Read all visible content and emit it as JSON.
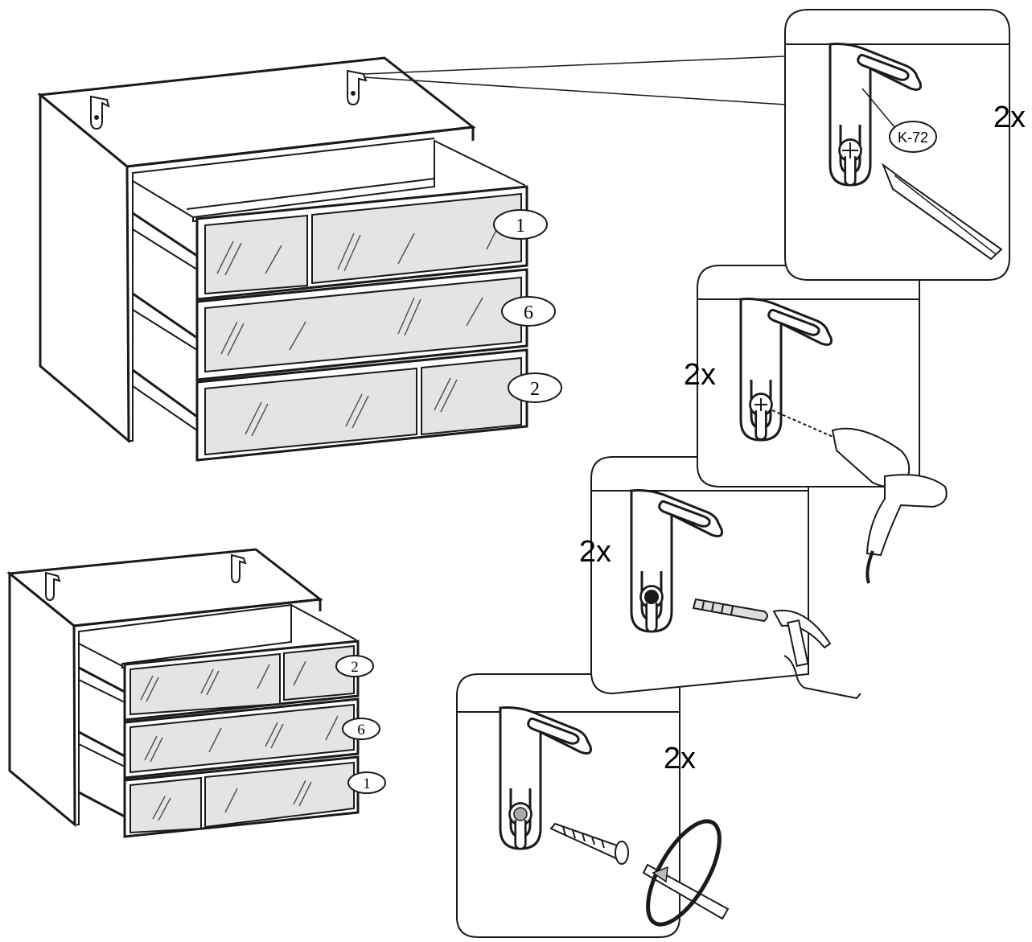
{
  "top_cabinet": {
    "drawer_labels": [
      "1",
      "6",
      "2"
    ]
  },
  "bottom_cabinet": {
    "drawer_labels": [
      "2",
      "6",
      "1"
    ]
  },
  "steps": {
    "mark": {
      "multiplier": "2x",
      "part_code": "K-72"
    },
    "drill": {
      "multiplier": "2x"
    },
    "dowel": {
      "multiplier": "2x"
    },
    "screw": {
      "multiplier": "2x"
    }
  },
  "colors": {
    "line": "#1a1a1a",
    "glass": "#e4e4e4",
    "panel": "#ffffff"
  }
}
